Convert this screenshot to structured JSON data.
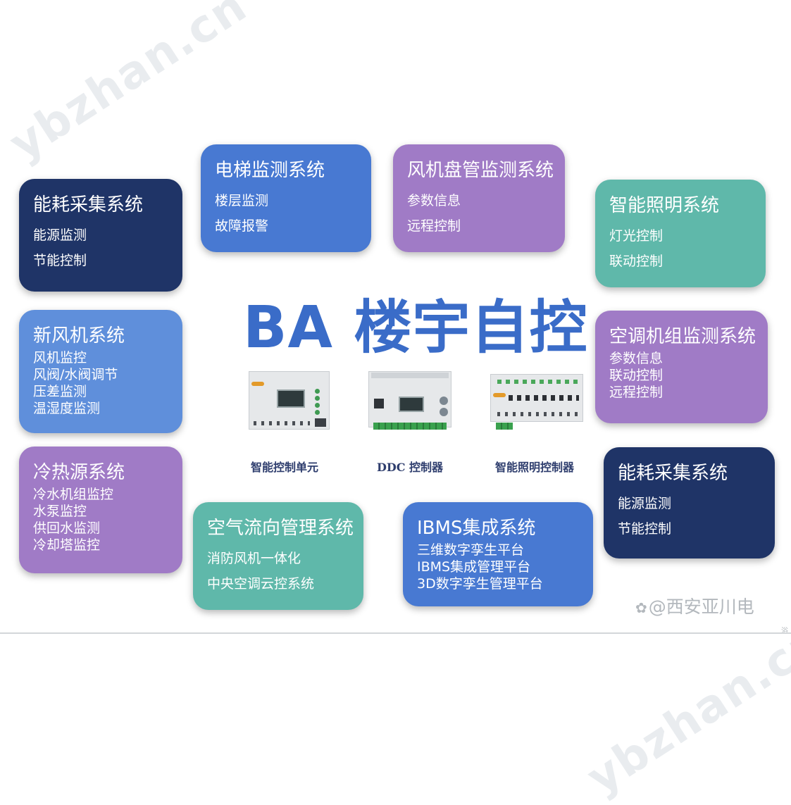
{
  "watermark": "ybzhan.cn",
  "title": "BA 楼宇自控",
  "cards": [
    {
      "title": "能耗采集系统",
      "items": [
        "能源监测",
        "节能控制"
      ],
      "color": "#1f3467"
    },
    {
      "title": "电梯监测系统",
      "items": [
        "楼层监测",
        "故障报警"
      ],
      "color": "#4879d2"
    },
    {
      "title": "风机盘管监测系统",
      "items": [
        "参数信息",
        "远程控制"
      ],
      "color": "#a07bc6"
    },
    {
      "title": "智能照明系统",
      "items": [
        "灯光控制",
        "联动控制"
      ],
      "color": "#5fb8aa"
    },
    {
      "title": "新风机系统",
      "items": [
        "风机监控",
        "风阀/水阀调节",
        "压差监测",
        "温湿度监测"
      ],
      "color": "#5f8fdb"
    },
    {
      "title": "空调机组监测系统",
      "items": [
        "参数信息",
        "联动控制",
        "远程控制"
      ],
      "color": "#a07bc6"
    },
    {
      "title": "冷热源系统",
      "items": [
        "冷水机组监控",
        "水泵监控",
        "供回水监测",
        "冷却塔监控"
      ],
      "color": "#a07bc6"
    },
    {
      "title": "空气流向管理系统",
      "items": [
        "消防风机一体化",
        "中央空调云控系统"
      ],
      "color": "#5fb8aa"
    },
    {
      "title": "IBMS集成系统",
      "items": [
        "三维数字孪生平台",
        "IBMS集成管理平台",
        "3D数字孪生管理平台"
      ],
      "color": "#4879d2"
    },
    {
      "title": "能耗采集系统",
      "items": [
        "能源监测",
        "节能控制"
      ],
      "color": "#1f3467"
    }
  ],
  "devices": [
    {
      "label": "智能控制单元"
    },
    {
      "label": "DDC 控制器"
    },
    {
      "label": "智能照明控制器"
    }
  ],
  "credit": "@西安亚川电",
  "corner_mark": "浴"
}
